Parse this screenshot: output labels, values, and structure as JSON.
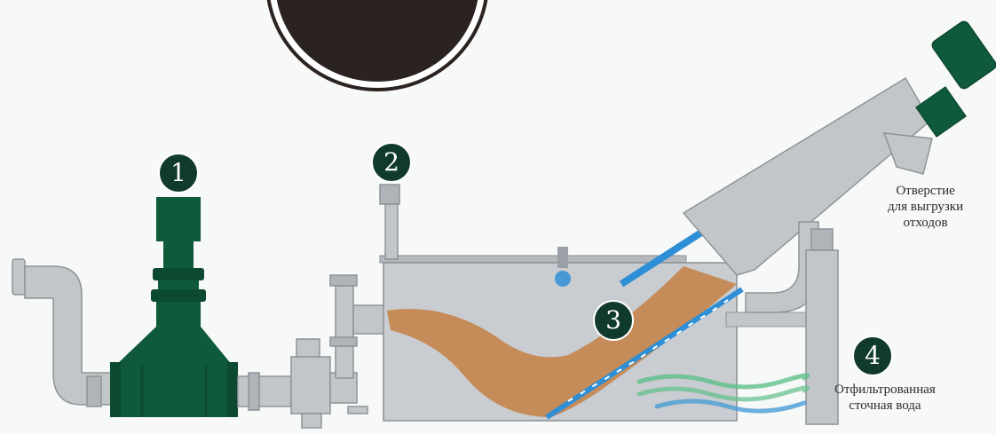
{
  "colors": {
    "pipe": "#c3c6c9",
    "pipe_edge": "#8f9397",
    "tank": "#c9ccd0",
    "tank_edge": "#8c9095",
    "pump_green": "#0f5a3a",
    "pump_dark": "#0b4a30",
    "badge_bg": "#0f3a2c",
    "sludge": "#c58b58",
    "screen_blue": "#2f8fd6",
    "water_green": "#5fbf8a",
    "water_blue": "#4a9ed6",
    "emblem": "#2b2320"
  },
  "markers": [
    {
      "id": "pump",
      "number": "1"
    },
    {
      "id": "inlet",
      "number": "2"
    },
    {
      "id": "screen",
      "number": "3"
    },
    {
      "id": "outlet",
      "number": "4"
    }
  ],
  "labels": {
    "waste_outlet": [
      "Отверстие",
      "для выгрузки",
      "отходов"
    ],
    "filtered_water": [
      "Отфильтрованная",
      "сточная вода"
    ]
  }
}
